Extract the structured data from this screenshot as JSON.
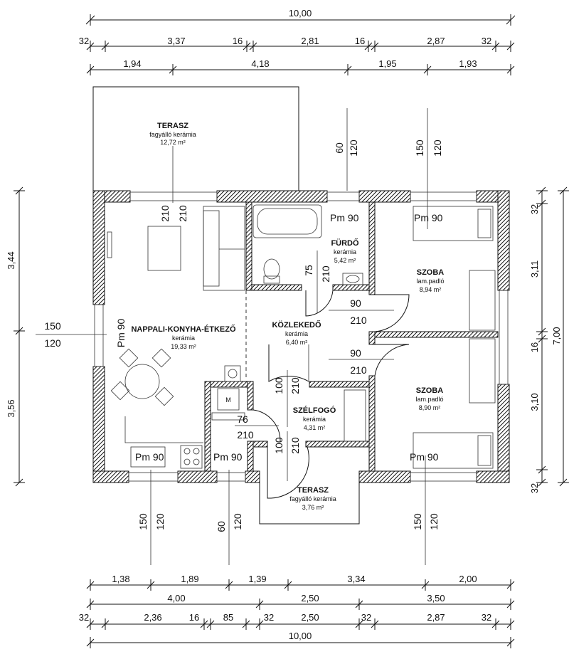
{
  "dims_top": {
    "total": "10,00",
    "row2": [
      "32",
      "3,37",
      "16",
      "2,81",
      "16",
      "2,87",
      "32"
    ],
    "row3": [
      "1,94",
      "4,18",
      "1,95",
      "1,93"
    ]
  },
  "dims_bottom": {
    "row1": [
      "1,38",
      "1,89",
      "1,39",
      "3,34",
      "2,00"
    ],
    "row2": [
      "4,00",
      "2,50",
      "3,50"
    ],
    "row3": [
      "32",
      "2,36",
      "16",
      "85",
      "32",
      "2,50",
      "32",
      "2,87",
      "32"
    ],
    "total": "10,00"
  },
  "dims_left": [
    "3,44",
    "3,56"
  ],
  "dims_right": [
    "32",
    "3,11",
    "16",
    "3,10",
    "32",
    "7,00"
  ],
  "rooms": {
    "terasz_top": {
      "name": "TERASZ",
      "material": "fagyálló kerámia",
      "area": "12,72 m²"
    },
    "nappali": {
      "name": "NAPPALI-KONYHA-ÉTKEZŐ",
      "material": "kerámia",
      "area": "19,33 m²"
    },
    "furdo": {
      "name": "FÜRDŐ",
      "material": "kerámia",
      "area": "5,42 m²"
    },
    "kozlekedo": {
      "name": "KÖZLEKEDŐ",
      "material": "kerámia",
      "area": "6,40 m²"
    },
    "szoba1": {
      "name": "SZOBA",
      "material": "lam.padló",
      "area": "8,94 m²"
    },
    "szoba2": {
      "name": "SZOBA",
      "material": "lam.padló",
      "area": "8,90 m²"
    },
    "szelfogo": {
      "name": "SZÉLFOGÓ",
      "material": "kerámia",
      "area": "4,31 m²"
    },
    "terasz_bottom": {
      "name": "TERASZ",
      "material": "fagyálló kerámia",
      "area": "3,76 m²"
    }
  },
  "openings": {
    "left_window_w": "150",
    "left_window_h": "120",
    "top_door_1": "210",
    "top_door_2": "210",
    "top_win_furdo_a": "60",
    "top_win_furdo_b": "120",
    "top_win_szoba_a": "150",
    "top_win_szoba_b": "120",
    "bot_win_a1": "150",
    "bot_win_a2": "120",
    "bot_win_b1": "60",
    "bot_win_b2": "120",
    "bot_win_c1": "150",
    "bot_win_c2": "120",
    "furdo_door_w": "75",
    "furdo_door_h": "210",
    "szoba1_door_w": "90",
    "szoba1_door_h": "210",
    "szoba2_door_w": "90",
    "szoba2_door_h": "210",
    "kozlekedo_door_w": "100",
    "kozlekedo_door_h": "210",
    "kamra_door_w": "76",
    "kamra_door_h": "210",
    "entry_door_w": "100",
    "entry_door_h": "210"
  },
  "markers": {
    "pm_furdo": "Pm 90",
    "pm_szoba1": "Pm 90",
    "pm_nappali": "Pm 90",
    "pm_konyha": "Pm 90",
    "pm_kamra": "Pm 90",
    "pm_szoba2": "Pm 90",
    "fridge": "M"
  }
}
